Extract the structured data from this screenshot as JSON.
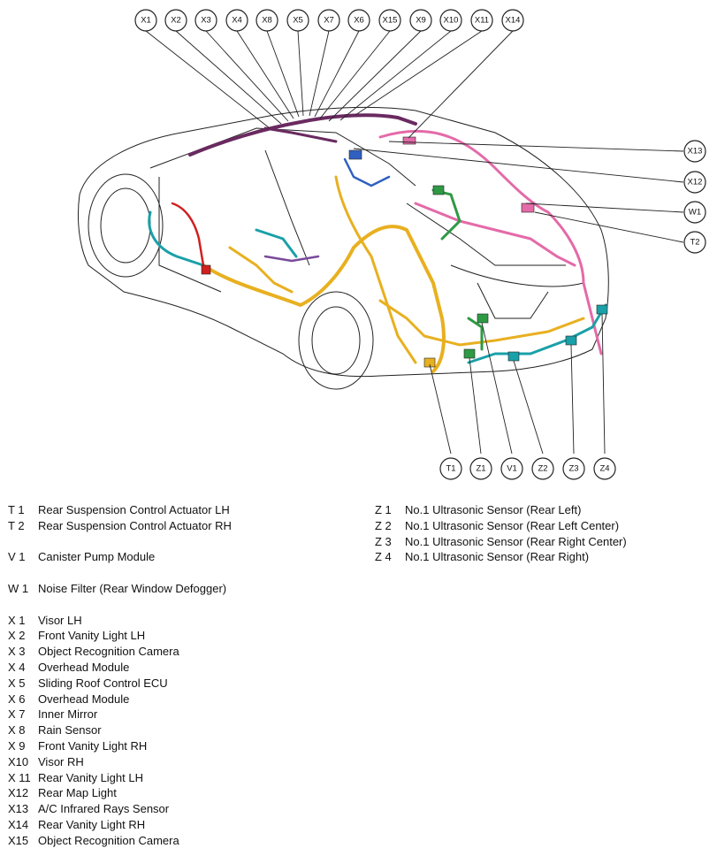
{
  "callouts_top": [
    "X1",
    "X2",
    "X3",
    "X4",
    "X8",
    "X5",
    "X7",
    "X6",
    "X15",
    "X9",
    "X10",
    "X11",
    "X14"
  ],
  "callouts_right": [
    "X13",
    "X12",
    "W1",
    "T2"
  ],
  "callouts_bottom": [
    "T1",
    "Z1",
    "V1",
    "Z2",
    "Z3",
    "Z4"
  ],
  "legend_left": [
    {
      "code": "T  1",
      "label": "Rear Suspension Control Actuator LH"
    },
    {
      "code": "T  2",
      "label": "Rear Suspension Control Actuator RH"
    },
    {
      "gap": true
    },
    {
      "code": "V  1",
      "label": "Canister Pump Module"
    },
    {
      "gap": true
    },
    {
      "code": "W  1",
      "label": "Noise Filter (Rear Window Defogger)"
    },
    {
      "gap": true
    },
    {
      "code": "X  1",
      "label": "Visor LH"
    },
    {
      "code": "X  2",
      "label": "Front Vanity Light LH"
    },
    {
      "code": "X  3",
      "label": "Object Recognition Camera"
    },
    {
      "code": "X  4",
      "label": "Overhead Module"
    },
    {
      "code": "X  5",
      "label": "Sliding Roof Control ECU"
    },
    {
      "code": "X  6",
      "label": "Overhead Module"
    },
    {
      "code": "X  7",
      "label": "Inner Mirror"
    },
    {
      "code": "X  8",
      "label": "Rain Sensor"
    },
    {
      "code": "X  9",
      "label": "Front Vanity Light RH"
    },
    {
      "code": "X10",
      "label": "Visor RH"
    },
    {
      "code": "X 11",
      "label": "Rear Vanity Light LH"
    },
    {
      "code": "X12",
      "label": "Rear Map Light"
    },
    {
      "code": "X13",
      "label": "A/C Infrared Rays Sensor"
    },
    {
      "code": "X14",
      "label": "Rear Vanity Light RH"
    },
    {
      "code": "X15",
      "label": "Object Recognition Camera"
    }
  ],
  "legend_right": [
    {
      "code": "Z  1",
      "label": "No.1 Ultrasonic Sensor (Rear Left)"
    },
    {
      "code": "Z  2",
      "label": "No.1 Ultrasonic Sensor (Rear Left Center)"
    },
    {
      "code": "Z  3",
      "label": "No.1 Ultrasonic Sensor (Rear Right Center)"
    },
    {
      "code": "Z  4",
      "label": "No.1 Ultrasonic Sensor (Rear Right)"
    }
  ],
  "colors": {
    "outline": "#222222",
    "yellow": "#e8b020",
    "pink": "#e46aa8",
    "purple": "#6a2a60",
    "teal": "#1aa0a8",
    "green": "#2e9a44",
    "red": "#d02020",
    "blue": "#3060c0"
  }
}
